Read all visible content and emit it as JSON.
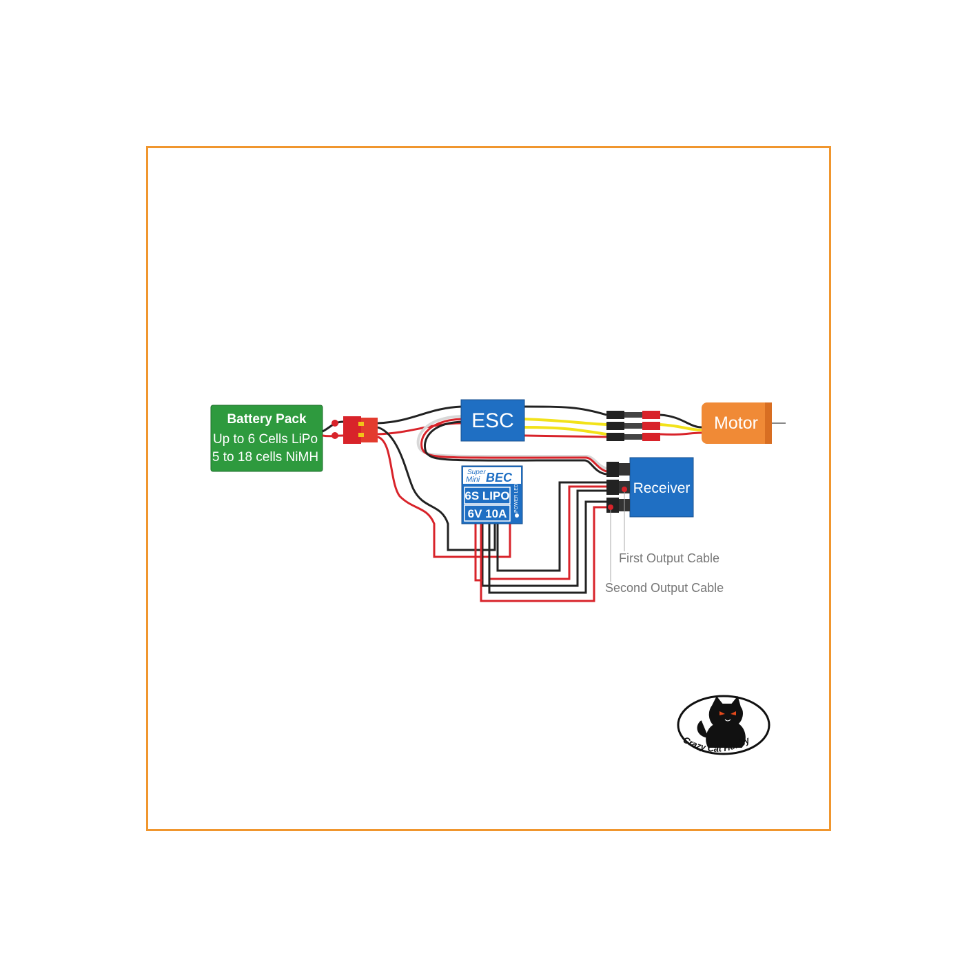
{
  "battery": {
    "title": "Battery Pack",
    "line1": "Up to 6 Cells LiPo",
    "line2": "5 to 18 cells NiMH"
  },
  "esc": {
    "label": "ESC"
  },
  "motor": {
    "label": "Motor"
  },
  "receiver": {
    "label": "Receiver"
  },
  "bec": {
    "brand_top": "Super",
    "brand_mini": "Mini",
    "brand_bec": "BEC",
    "spec1": "6S LIPO",
    "spec2": "6V 10A",
    "side_label": "POWER LED"
  },
  "callouts": {
    "first": "First Output Cable",
    "second": "Second Output Cable"
  },
  "logo": {
    "text": "Crazy Cat Hobby"
  },
  "colors": {
    "frame": "#f0962e",
    "battery": "#2e9a3e",
    "esc": "#1f6fc3",
    "receiver": "#1f6fc3",
    "motor": "#f08a36",
    "wire_red": "#d8232a",
    "wire_black": "#222222",
    "wire_yellow": "#f2e21a"
  }
}
